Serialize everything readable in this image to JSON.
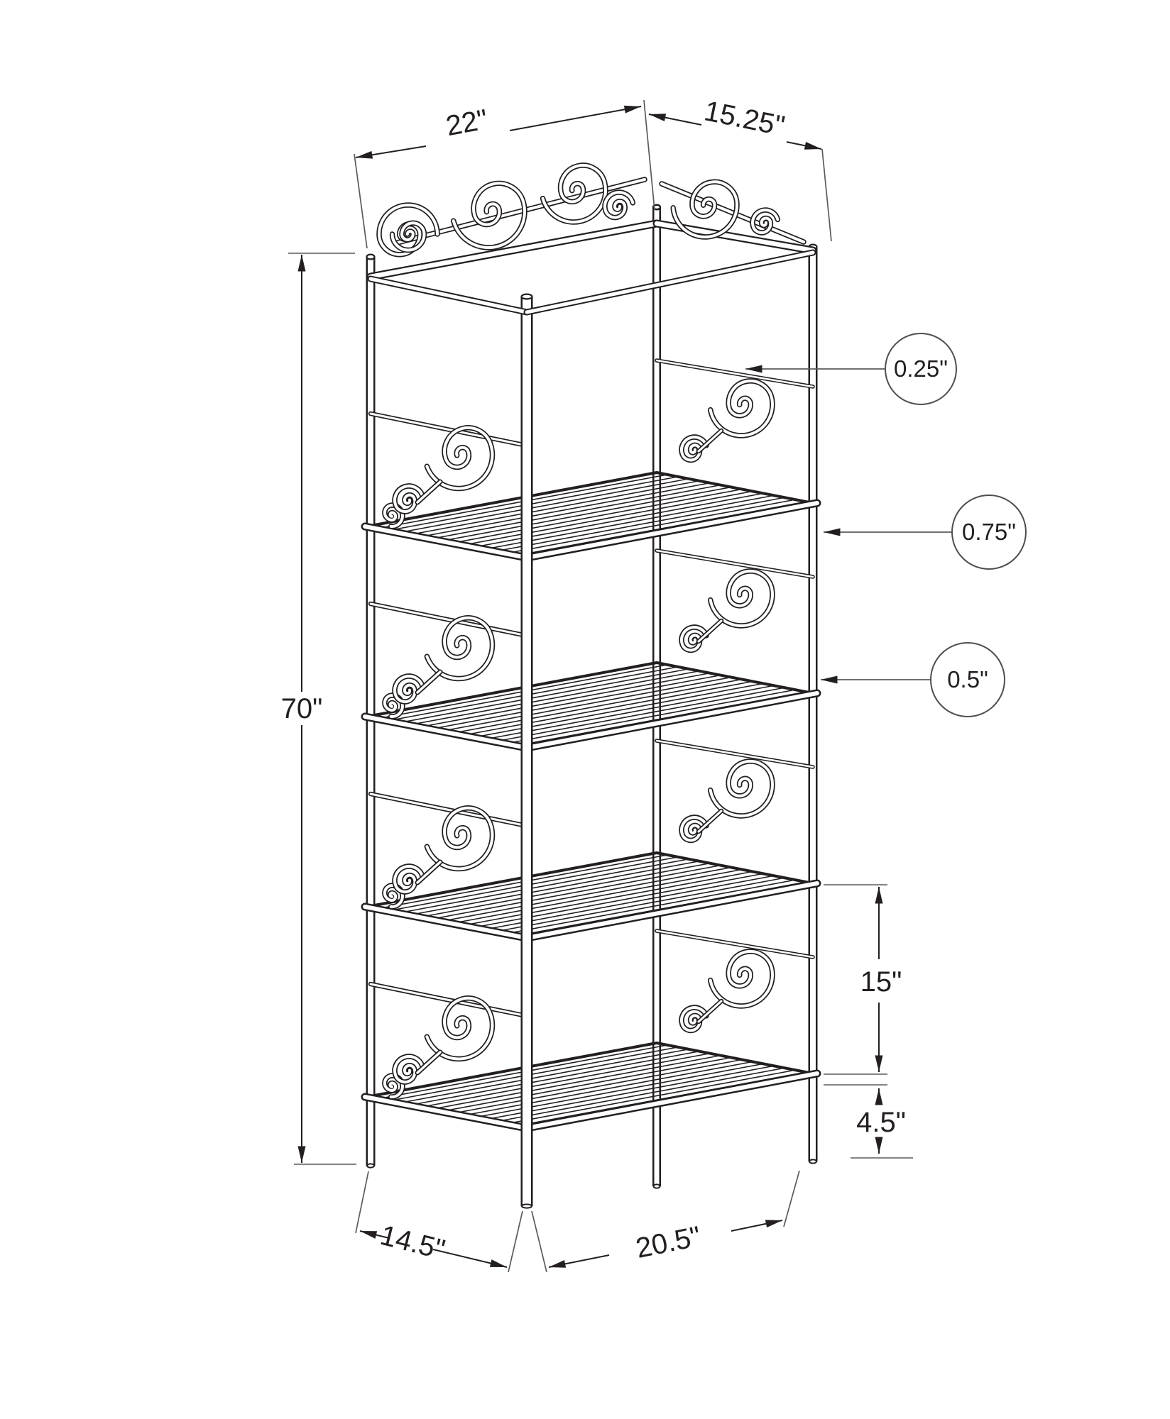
{
  "diagram": {
    "background": "#ffffff",
    "line_color": "#231f20",
    "extension_line_color": "#5a5b5e",
    "tick_color": "#85878a",
    "callout_circle_color": "#4d4e50"
  },
  "annotations": {
    "top_width": "22\"",
    "top_depth": "15.25\"",
    "overall_height": "70\"",
    "scroll_wire_diameter": "0.25\"",
    "leg_pole_diameter": "0.75\"",
    "shelf_frame_diameter": "0.5\"",
    "shelf_spacing": "15\"",
    "bottom_shelf_height": "4.5\"",
    "base_depth": "14.5\"",
    "base_width": "20.5\""
  }
}
